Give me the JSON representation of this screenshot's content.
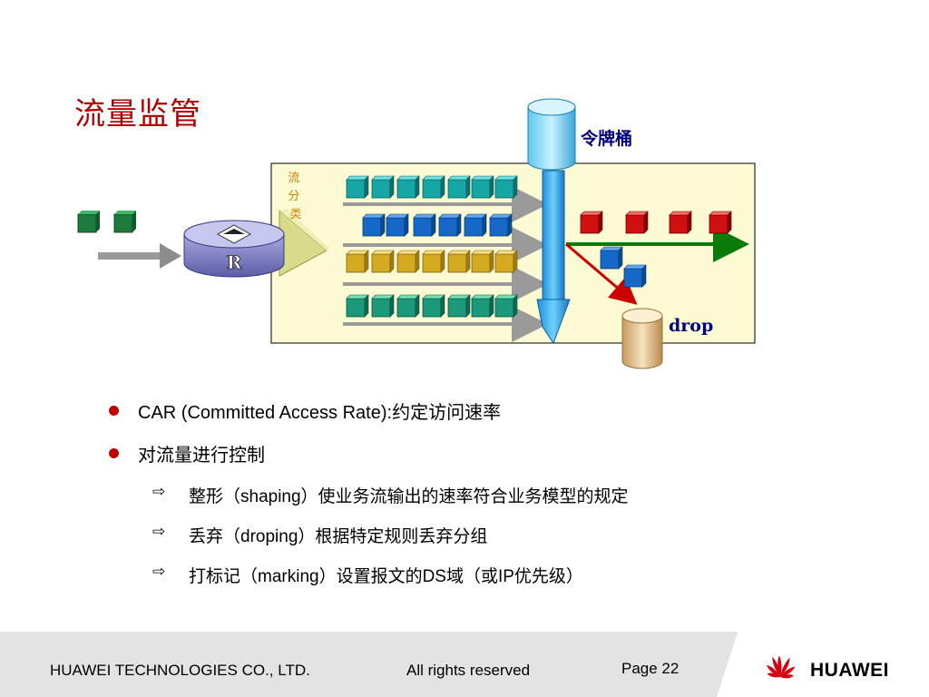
{
  "slide": {
    "title": "流量监管",
    "diagram": {
      "classifier_label": "流\n分\n类",
      "bucket_label": "令牌桶",
      "drop_label": "drop",
      "router_label": "R"
    },
    "bullets": [
      {
        "text": "CAR (Committed Access Rate):约定访问速率"
      },
      {
        "text": "对流量进行控制"
      }
    ],
    "sub_bullets": [
      {
        "text": "整形（shaping）使业务流输出的速率符合业务模型的规定"
      },
      {
        "text": "丢弃（droping）根据特定规则丢弃分组"
      },
      {
        "text": "打标记（marking）设置报文的DS域（或IP优先级）"
      }
    ],
    "footer": {
      "company": "HUAWEI TECHNOLOGIES CO., LTD.",
      "rights": "All rights reserved",
      "page": "Page 22",
      "brand": "HUAWEI"
    }
  },
  "colors": {
    "title": "#b00000",
    "bullet_dot": "#c00000",
    "panel_bg": "#fdfbd4",
    "green_arrow": "#0a7a0a",
    "red_arrow": "#cc0000"
  }
}
